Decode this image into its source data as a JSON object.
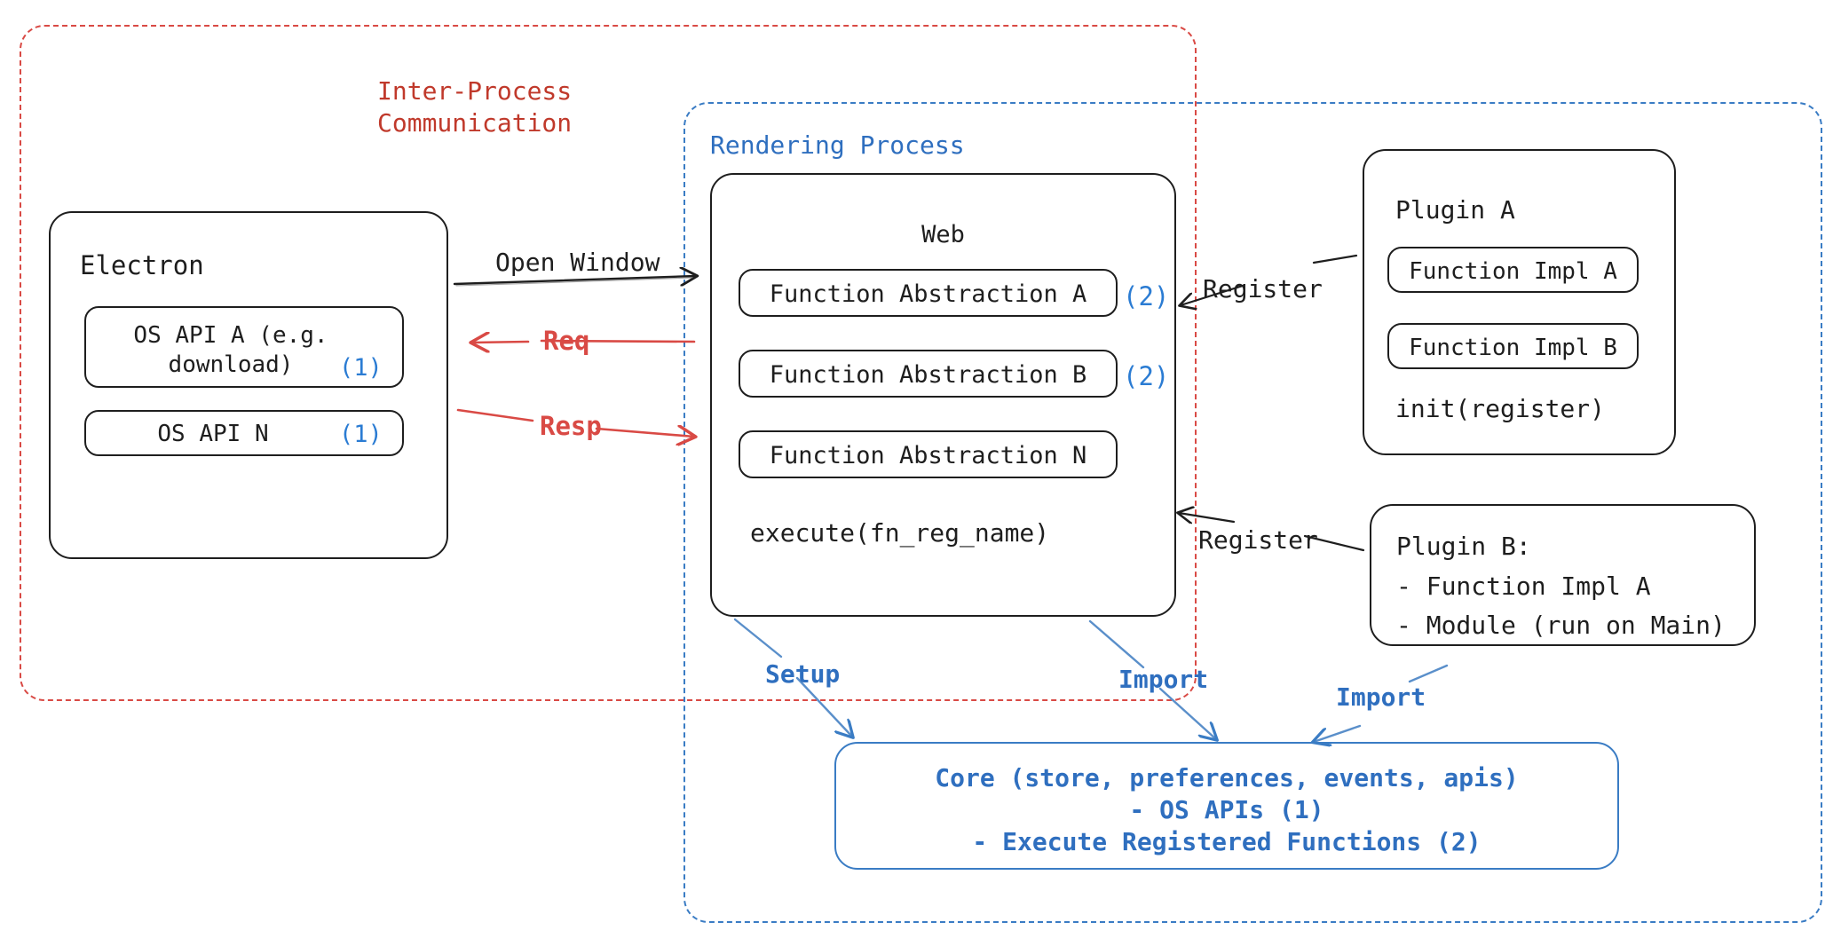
{
  "diagram": {
    "title": "Electron plugin architecture",
    "colors": {
      "ink": "#1e1e1e",
      "red": "#d94a45",
      "red_text": "#c0392b",
      "blue": "#3a7cc4",
      "blue_text": "#2f6fbf",
      "blue_tag": "#2b7cd3",
      "background": "#ffffff"
    }
  },
  "groups": {
    "ipc": {
      "title": "Inter-Process\nCommunication",
      "color": "#c0392b",
      "style": "dashed"
    },
    "rendering": {
      "title": "Rendering Process",
      "color": "#2f6fbf",
      "style": "dashed"
    }
  },
  "electron": {
    "title": "Electron",
    "items": [
      {
        "label": "OS API A (e.g.\ndownload)",
        "tag": "(1)"
      },
      {
        "label": "OS API N",
        "tag": "(1)"
      }
    ]
  },
  "web": {
    "title": "Web",
    "items": [
      {
        "label": "Function Abstraction A",
        "tag": "(2)"
      },
      {
        "label": "Function Abstraction B",
        "tag": "(2)"
      },
      {
        "label": "Function Abstraction N",
        "tag": ""
      }
    ],
    "footer": "execute(fn_reg_name)"
  },
  "plugin_a": {
    "title": "Plugin A",
    "items": [
      {
        "label": "Function Impl A"
      },
      {
        "label": "Function Impl B"
      }
    ],
    "footer": "init(register)"
  },
  "plugin_b": {
    "lines": [
      "Plugin B:",
      "- Function Impl A",
      "- Module (run on Main)"
    ]
  },
  "core": {
    "lines": [
      "Core (store, preferences, events, apis)",
      "- OS APIs (1)",
      "- Execute Registered Functions (2)"
    ]
  },
  "edges": [
    {
      "id": "open-window",
      "label": "Open Window",
      "color": "black",
      "direction": "electron-to-web"
    },
    {
      "id": "req",
      "label": "Req",
      "color": "red",
      "direction": "web-to-electron"
    },
    {
      "id": "resp",
      "label": "Resp",
      "color": "red",
      "direction": "electron-to-web"
    },
    {
      "id": "register-a",
      "label": "Register",
      "color": "black",
      "direction": "plugin-a-to-web"
    },
    {
      "id": "register-b",
      "label": "Register",
      "color": "black",
      "direction": "plugin-b-to-web"
    },
    {
      "id": "setup",
      "label": "Setup",
      "color": "blue",
      "direction": "web-to-core"
    },
    {
      "id": "import-web",
      "label": "Import",
      "color": "blue",
      "direction": "web-to-core"
    },
    {
      "id": "import-plugin-b",
      "label": "Import",
      "color": "blue",
      "direction": "plugin-b-to-core"
    }
  ]
}
